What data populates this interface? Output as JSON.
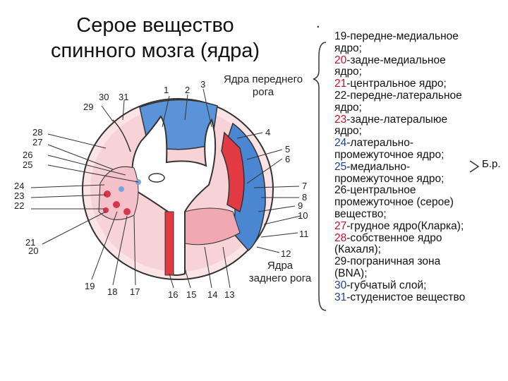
{
  "title": {
    "line1": "Серое вещество",
    "line2": "спинного мозга (ядра)"
  },
  "dot": ".",
  "anterior_label": {
    "line1": "Ядра переднего",
    "line2": "рога"
  },
  "posterior_label": {
    "line1": "Ядра",
    "line2": "заднего рога"
  },
  "br_label": "Б.р.",
  "colors": {
    "red": "#c8102e",
    "blue": "#1f3f9a",
    "black": "#111111"
  },
  "legend": [
    {
      "num": "19",
      "text": "-передне-медиальное",
      "color": "black"
    },
    {
      "num": "",
      "text": "ядро;",
      "color": "black"
    },
    {
      "num": "20",
      "text": "-задне-медиальное",
      "color": "red"
    },
    {
      "num": "",
      "text": "ядро;",
      "color": "black"
    },
    {
      "num": "21",
      "text": "-центральное ядро;",
      "color": "red"
    },
    {
      "num": "22",
      "text": "-передне-латеральное",
      "color": "black"
    },
    {
      "num": "",
      "text": "ядро;",
      "color": "black"
    },
    {
      "num": "23",
      "text": "-задне-латералыюе",
      "color": "red"
    },
    {
      "num": "",
      "text": "ядро;",
      "color": "black"
    },
    {
      "num": "24",
      "text": "-латерально-",
      "color": "blue"
    },
    {
      "num": "",
      "text": "промежуточное ядро;",
      "color": "black"
    },
    {
      "num": "25",
      "text": "-медиально-",
      "color": "blue"
    },
    {
      "num": "",
      "text": "промежуточное ядро;",
      "color": "black"
    },
    {
      "num": "",
      "text": "26-центральное",
      "color": "black"
    },
    {
      "num": "",
      "text": "промежуточное (серое)",
      "color": "black"
    },
    {
      "num": "",
      "text": "вещество;",
      "color": "black"
    },
    {
      "num": "27",
      "text": "-грудное ядро(Кларка);",
      "color": "red"
    },
    {
      "num": "28",
      "text": "-собственное ядро",
      "color": "red"
    },
    {
      "num": "",
      "text": "(Кахаля);",
      "color": "black"
    },
    {
      "num": "",
      "text": "29-пограничная зона",
      "color": "black"
    },
    {
      "num": "",
      "text": "(BNA);",
      "color": "black"
    },
    {
      "num": "30",
      "text": "-губчатый слой;",
      "color": "blue"
    },
    {
      "num": "31",
      "text": "-студенистое вещество",
      "color": "blue"
    }
  ],
  "diagram_labels": [
    "1",
    "2",
    "3",
    "4",
    "5",
    "6",
    "7",
    "8",
    "9",
    "10",
    "11",
    "12",
    "13",
    "14",
    "15",
    "16",
    "17",
    "18",
    "19",
    "20",
    "21",
    "22",
    "23",
    "24",
    "25",
    "26",
    "27",
    "28",
    "29",
    "30",
    "31"
  ]
}
